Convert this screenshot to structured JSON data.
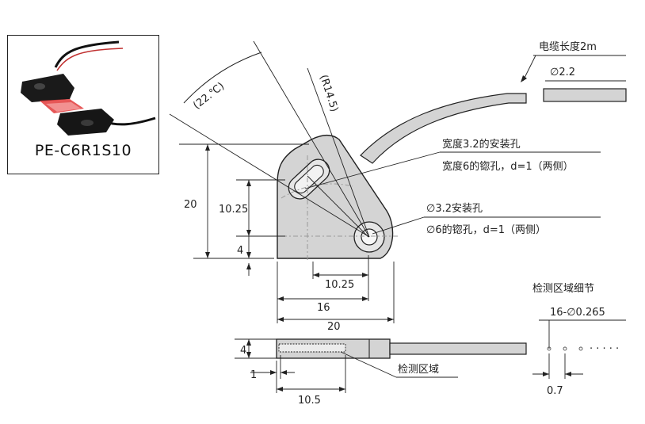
{
  "photo": {
    "caption": "PE-C6R1S10"
  },
  "annotations": {
    "cable_length": "电缆长度2m",
    "cable_diameter": "∅2.2",
    "radius": "(R14.5)",
    "angle": "(22.℃)",
    "slot_hole": "宽度3.2的安装孔",
    "slot_counterbore": "宽度6的锪孔，d=1（两侧）",
    "round_hole": "∅3.2安装孔",
    "round_counterbore": "∅6的锪孔，d=1（两侧）",
    "detect_detail_title": "检测区域细节",
    "detect_spec": "16-∅0.265",
    "detect_dots": "· · · · ·",
    "detect_pitch": "0.7",
    "detect_area": "检测区域"
  },
  "dimensions": {
    "height_total": "20",
    "height_hole": "10.25",
    "height_bottom": "4",
    "width_hole": "10.25",
    "width_16": "16",
    "width_20": "20",
    "thickness": "4",
    "offset_1": "1",
    "length_10_5": "10.5"
  },
  "colors": {
    "part_fill": "#d4d4d4",
    "line": "#222222",
    "centerline": "#9a9a9a"
  }
}
